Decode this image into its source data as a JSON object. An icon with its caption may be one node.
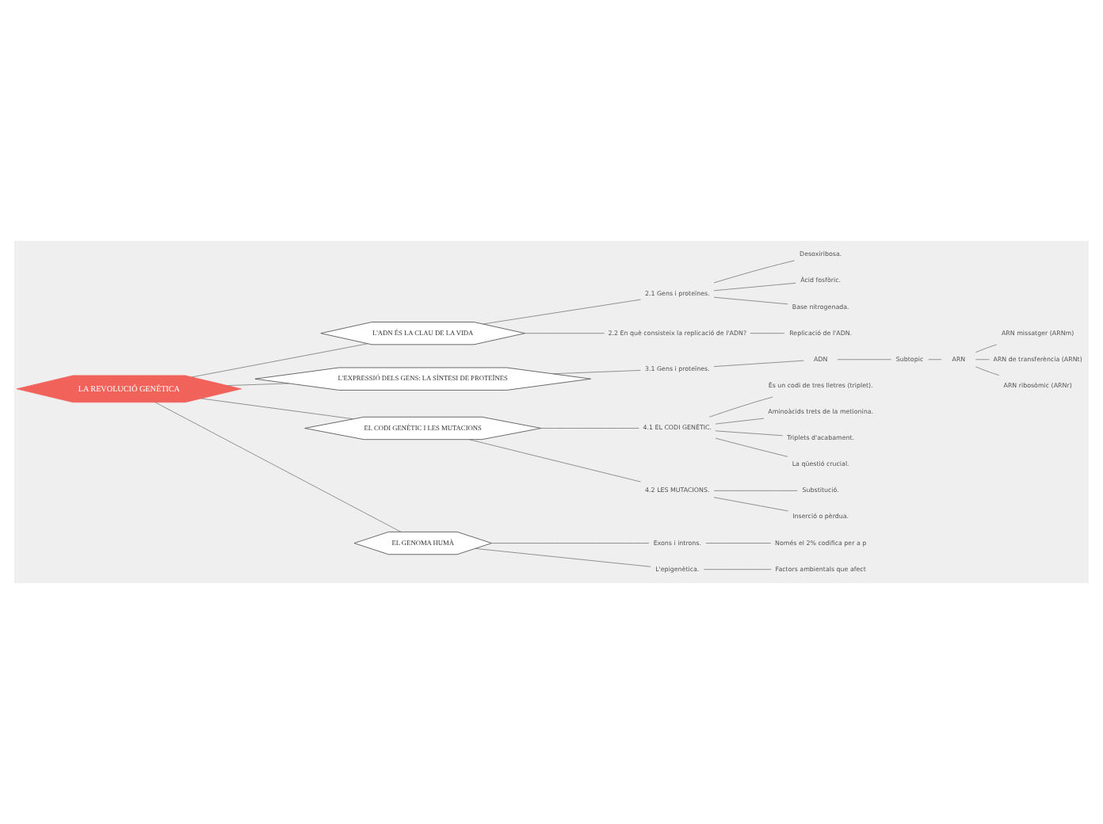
{
  "diagram": {
    "nodes": [
      {
        "text": [
          "LA REVOLUCIÓ GENÈTICA"
        ]
      },
      {
        "text": [
          "L'ADN ÉS LA CLAU DE LA VIDA"
        ]
      },
      {
        "text": [
          "2.1 Gens i proteïnes."
        ]
      },
      {
        "text": [
          "Desoxiribosa."
        ]
      },
      {
        "text": [
          "Àcid fosfòric."
        ]
      },
      {
        "text": [
          "Base nitrogenada."
        ]
      },
      {
        "text": [
          "2.2 En què consisteix la replicació de l'ADN?"
        ]
      },
      {
        "text": [
          "Replicació de l'ADN."
        ]
      },
      {
        "text": [
          "L'EXPRESSIÓ DELS GENS: LA SÍNTESI DE PROTEÏNES"
        ]
      },
      {
        "text": [
          "3.1 Gens i proteïnes."
        ]
      },
      {
        "text": [
          "ADN"
        ]
      },
      {
        "text": [
          "Subtopic"
        ]
      },
      {
        "text": [
          "ARN"
        ]
      },
      {
        "text": [
          "ARN missatger (ARNm)"
        ]
      },
      {
        "text": [
          "ARN de transferència (ARNt)"
        ]
      },
      {
        "text": [
          "ARN ribosòmic (ARNr)"
        ]
      },
      {
        "text": [
          "EL CODI GENÈTIC I LES MUTACIONS"
        ]
      },
      {
        "text": [
          "4.1 EL CODI GENÈTIC."
        ]
      },
      {
        "text": [
          "És un codi de tres lletres (triplet)."
        ]
      },
      {
        "text": [
          "Aminoàcids trets de la metionina."
        ]
      },
      {
        "text": [
          "Triplets d'acabament."
        ]
      },
      {
        "text": [
          "La qüestió crucial."
        ]
      },
      {
        "text": [
          "4.2 LES MUTACIONS."
        ]
      },
      {
        "text": [
          "Substitució."
        ]
      },
      {
        "text": [
          "Inserció o pèrdua."
        ]
      },
      {
        "text": [
          "EL GENOMA HUMÀ"
        ]
      },
      {
        "text": [
          "Exons i introns."
        ]
      },
      {
        "text": [
          "Només el 2% codifica per a p"
        ]
      },
      {
        "text": [
          "L'epigenètica."
        ]
      },
      {
        "text": [
          "Factors ambientals que afect"
        ]
      }
    ],
    "edges": [
      {
        "from": 0,
        "to": 1,
        "arrow": "none"
      },
      {
        "from": 1,
        "to": 2,
        "arrow": "none"
      },
      {
        "from": 2,
        "to": 3,
        "arrow": "none"
      },
      {
        "from": 2,
        "to": 4,
        "arrow": "none"
      },
      {
        "from": 2,
        "to": 5,
        "arrow": "none"
      },
      {
        "from": 1,
        "to": 6,
        "arrow": "none"
      },
      {
        "from": 6,
        "to": 7,
        "arrow": "none"
      },
      {
        "from": 0,
        "to": 8,
        "arrow": "none"
      },
      {
        "from": 8,
        "to": 9,
        "arrow": "none"
      },
      {
        "from": 9,
        "to": 10,
        "arrow": "none"
      },
      {
        "from": 10,
        "to": 11,
        "arrow": "none"
      },
      {
        "from": 11,
        "to": 12,
        "arrow": "none"
      },
      {
        "from": 12,
        "to": 13,
        "arrow": "none"
      },
      {
        "from": 12,
        "to": 14,
        "arrow": "none"
      },
      {
        "from": 12,
        "to": 15,
        "arrow": "none"
      },
      {
        "from": 0,
        "to": 16,
        "arrow": "none"
      },
      {
        "from": 16,
        "to": 17,
        "arrow": "none"
      },
      {
        "from": 17,
        "to": 18,
        "arrow": "none"
      },
      {
        "from": 17,
        "to": 19,
        "arrow": "none"
      },
      {
        "from": 17,
        "to": 20,
        "arrow": "none"
      },
      {
        "from": 17,
        "to": 21,
        "arrow": "none"
      },
      {
        "from": 16,
        "to": 22,
        "arrow": "none"
      },
      {
        "from": 22,
        "to": 23,
        "arrow": "none"
      },
      {
        "from": 22,
        "to": 24,
        "arrow": "none"
      },
      {
        "from": 0,
        "to": 25,
        "arrow": "none"
      },
      {
        "from": 25,
        "to": 26,
        "arrow": "none"
      },
      {
        "from": 26,
        "to": 27,
        "arrow": "none"
      },
      {
        "from": 25,
        "to": 28,
        "arrow": "none"
      },
      {
        "from": 28,
        "to": 29,
        "arrow": "none"
      }
    ]
  }
}
